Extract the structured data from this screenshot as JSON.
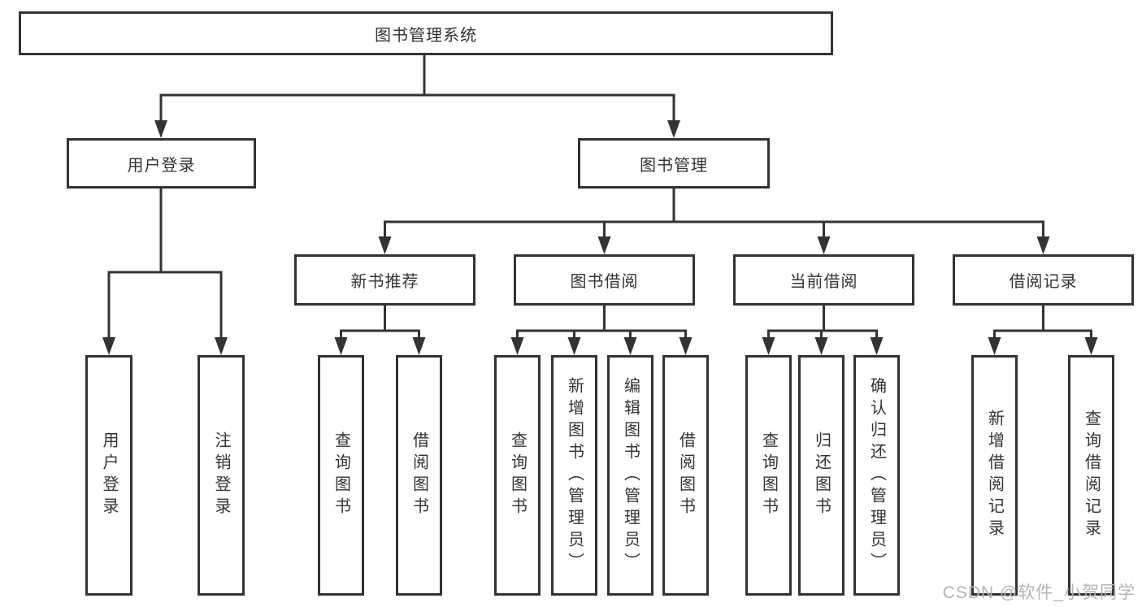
{
  "diagram": {
    "root": {
      "label": "图书管理系统"
    },
    "branches": [
      {
        "label": "用户登录",
        "children": [
          {
            "label": "用户登录"
          },
          {
            "label": "注销登录"
          }
        ]
      },
      {
        "label": "图书管理",
        "children": [
          {
            "label": "新书推荐",
            "children": [
              {
                "label": "查询图书"
              },
              {
                "label": "借阅图书"
              }
            ]
          },
          {
            "label": "图书借阅",
            "children": [
              {
                "label": "查询图书"
              },
              {
                "label": "新增图书（管理员）"
              },
              {
                "label": "编辑图书（管理员）"
              },
              {
                "label": "借阅图书"
              }
            ]
          },
          {
            "label": "当前借阅",
            "children": [
              {
                "label": "查询图书"
              },
              {
                "label": "归还图书"
              },
              {
                "label": "确认归还（管理员）"
              }
            ]
          },
          {
            "label": "借阅记录",
            "children": [
              {
                "label": "新增借阅记录"
              },
              {
                "label": "查询借阅记录"
              }
            ]
          }
        ]
      }
    ]
  },
  "watermark": {
    "text": "CSDN @软件_小贺同学"
  },
  "colors": {
    "line": "#333333",
    "text": "#333333",
    "watermark": "#b4b4b4",
    "background": "#ffffff"
  }
}
